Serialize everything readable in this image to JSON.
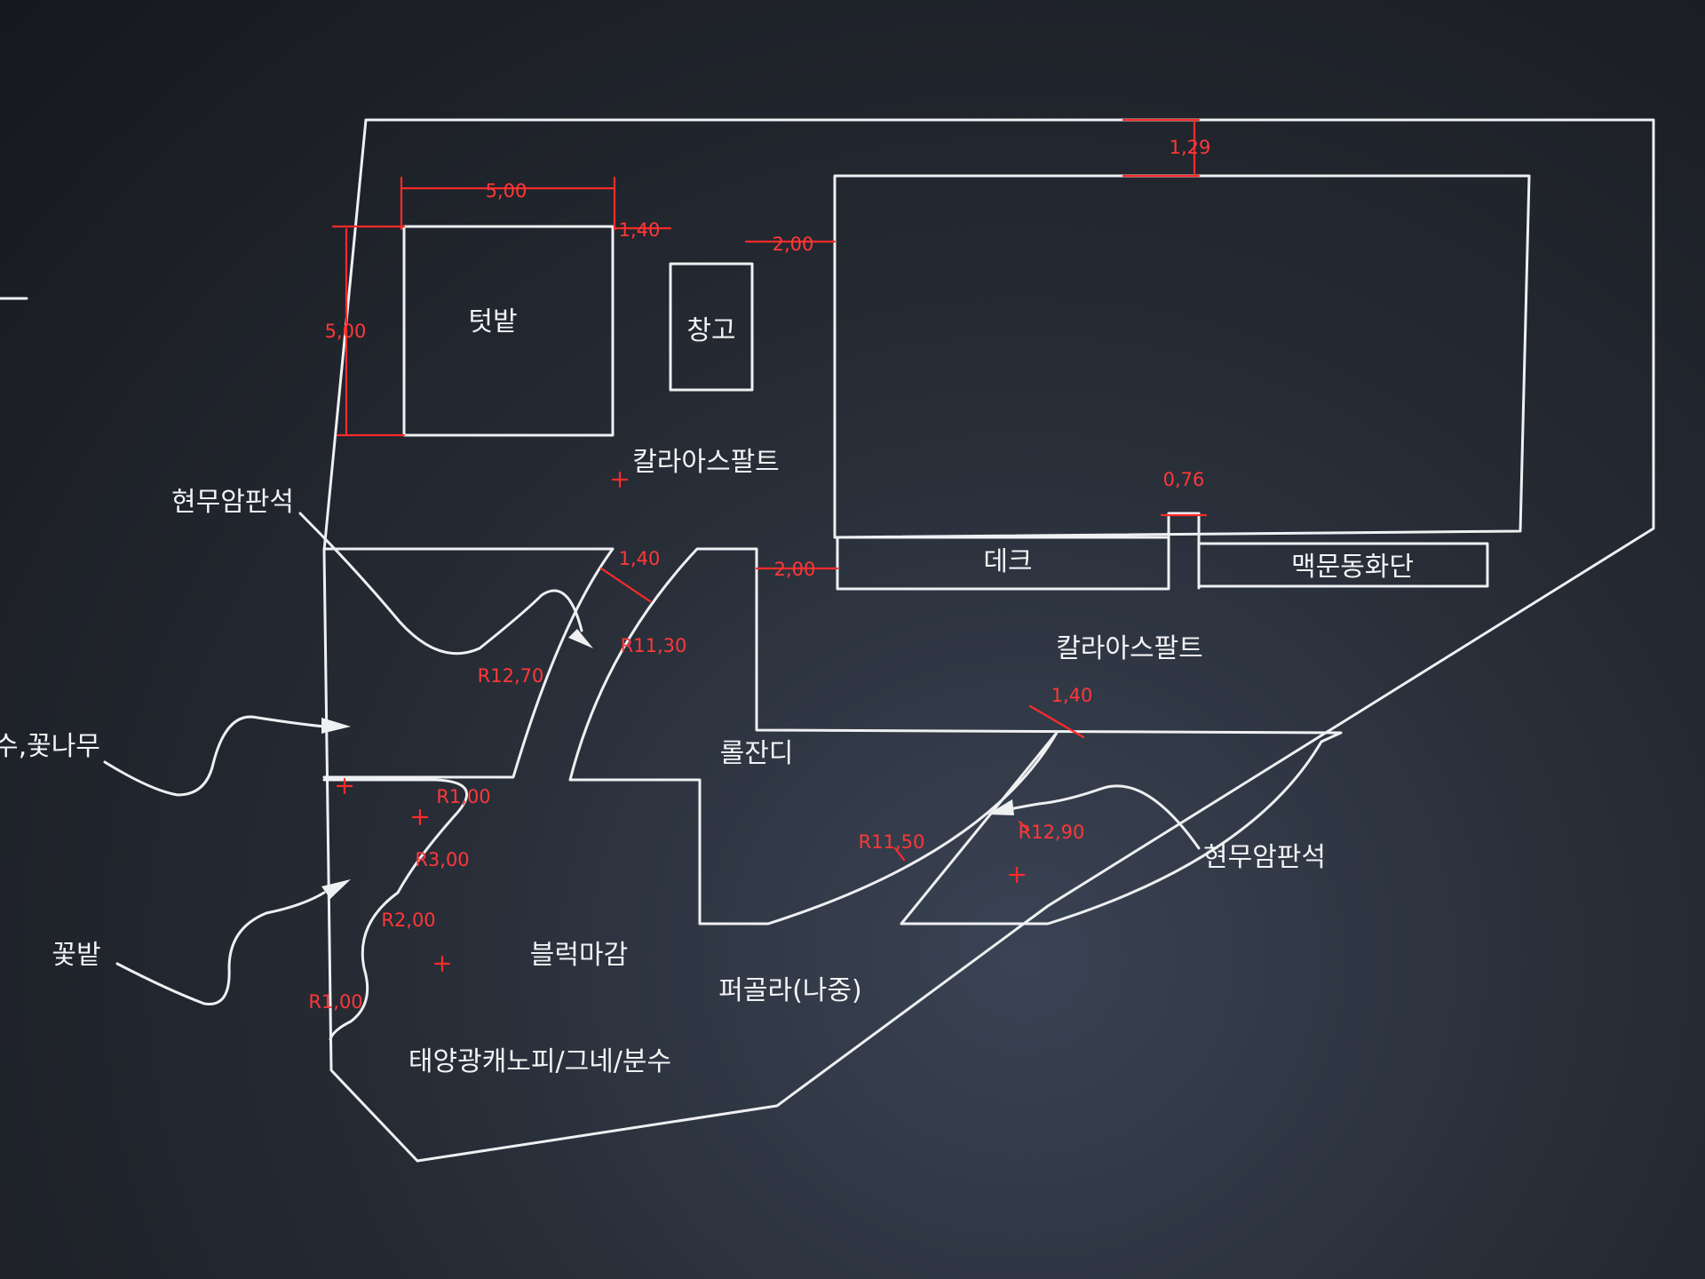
{
  "colors": {
    "line": "#eef0f2",
    "dimension": "#ff2b2b",
    "background": "#22262e"
  },
  "areas": {
    "vegetable_garden": "텃밭",
    "storage": "창고",
    "color_asphalt_upper": "칼라아스팔트",
    "color_asphalt_lower": "칼라아스팔트",
    "deck": "데크",
    "flower_bed": "맥문동화단",
    "roll_grass": "롤잔디",
    "block_finish": "블럭마감",
    "pergola": "퍼골라(나중)",
    "canopy": "태양광캐노피/그네/분수"
  },
  "callouts": {
    "basalt_left": "현무암판석",
    "basalt_right": "현무암판석",
    "trees": "수,꽃나무",
    "flower_garden": "꽃밭"
  },
  "dimensions": {
    "d_5_00_top": "5,00",
    "d_5_00_side": "5,00",
    "d_1_40_shed": "1,40",
    "d_2_00_upper": "2,00",
    "d_1_29": "1,29",
    "d_0_76": "0,76",
    "d_2_00_lower": "2,00",
    "d_1_40_path1": "1,40",
    "d_1_40_path2": "1,40",
    "r_11_30": "R11,30",
    "r_12_70": "R12,70",
    "r_1_00_a": "R1,00",
    "r_3_00": "R3,00",
    "r_2_00": "R2,00",
    "r_1_00_b": "R1,00",
    "r_11_50": "R11,50",
    "r_12_90": "R12,90"
  }
}
